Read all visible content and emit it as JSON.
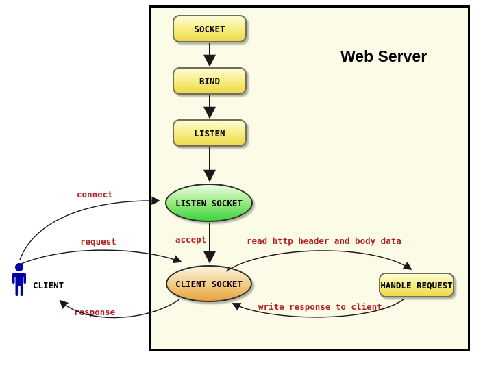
{
  "diagram": {
    "title": "Web Server",
    "client": {
      "label": "CLIENT"
    },
    "nodes": {
      "socket": {
        "label": "SOCKET",
        "shape": "rounded-rect",
        "fill": "#ecd94b"
      },
      "bind": {
        "label": "BIND",
        "shape": "rounded-rect",
        "fill": "#ecd94b"
      },
      "listen": {
        "label": "LISTEN",
        "shape": "rounded-rect",
        "fill": "#ecd94b"
      },
      "listen_socket": {
        "label": "LISTEN SOCKET",
        "shape": "ellipse",
        "fill": "#3ed43e"
      },
      "client_socket": {
        "label": "CLIENT SOCKET",
        "shape": "ellipse",
        "fill": "#e8a23c"
      },
      "handle_request": {
        "label": "HANDLE REQUEST",
        "shape": "rounded-rect",
        "fill": "#ecd94b"
      }
    },
    "edges": {
      "socket_to_bind": {
        "label": "",
        "from": "socket",
        "to": "bind"
      },
      "bind_to_listen": {
        "label": "",
        "from": "bind",
        "to": "listen"
      },
      "listen_to_listen_socket": {
        "label": "",
        "from": "listen",
        "to": "listen_socket"
      },
      "accept": {
        "label": "accept",
        "from": "listen_socket",
        "to": "client_socket"
      },
      "connect": {
        "label": "connect",
        "from": "client",
        "to": "listen_socket"
      },
      "request": {
        "label": "request",
        "from": "client",
        "to": "client_socket"
      },
      "response": {
        "label": "response",
        "from": "client_socket",
        "to": "client"
      },
      "read_http": {
        "label": "read http header and body data",
        "from": "client_socket",
        "to": "handle_request"
      },
      "write_response": {
        "label": "write response to client",
        "from": "handle_request",
        "to": "client_socket"
      }
    },
    "colors": {
      "server_box_background": "#fbfbe8",
      "server_box_border": "#000000",
      "edge_label_text": "#b22222",
      "node_text": "#000000",
      "client_icon": "#0000a8",
      "arrow": "#1a1a1a"
    }
  }
}
